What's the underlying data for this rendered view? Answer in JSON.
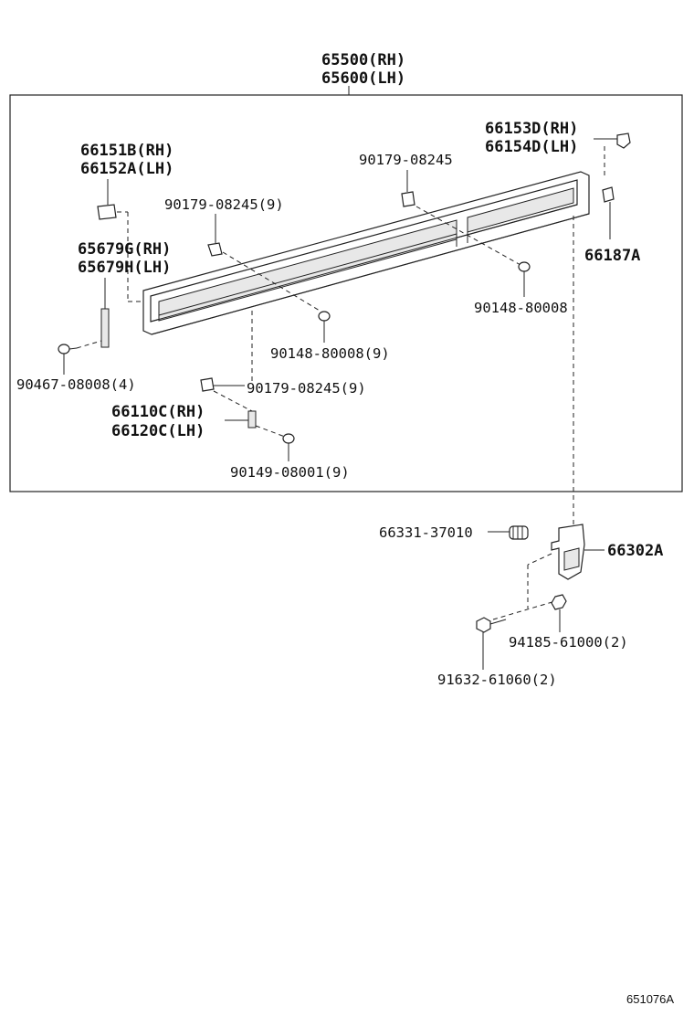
{
  "callouts": {
    "garnish_rh": "65500(RH)",
    "garnish_lh": "65600(LH)",
    "hinge_rh": "66153D(RH)",
    "hinge_lh": "66154D(LH)",
    "bracket_rh": "66151B(RH)",
    "bracket_lh": "66152A(LH)",
    "clip_top_center": "90179-08245",
    "clip_left": "90179-08245(9)",
    "stopper": "66187A",
    "plate_rh": "65679G(RH)",
    "plate_lh": "65679H(LH)",
    "screw_right": "90148-80008",
    "screw_center": "90148-80008(9)",
    "rivet": "90467-08008(4)",
    "clip_lower": "90179-08245(9)",
    "bracket2_rh": "66110C(RH)",
    "bracket2_lh": "66120C(LH)",
    "screw_lower": "90149-08001(9)",
    "cushion": "66331-37010",
    "latch": "66302A",
    "nut": "94185-61000(2)",
    "bolt": "91632-61060(2)"
  },
  "figure_code": "651076A"
}
